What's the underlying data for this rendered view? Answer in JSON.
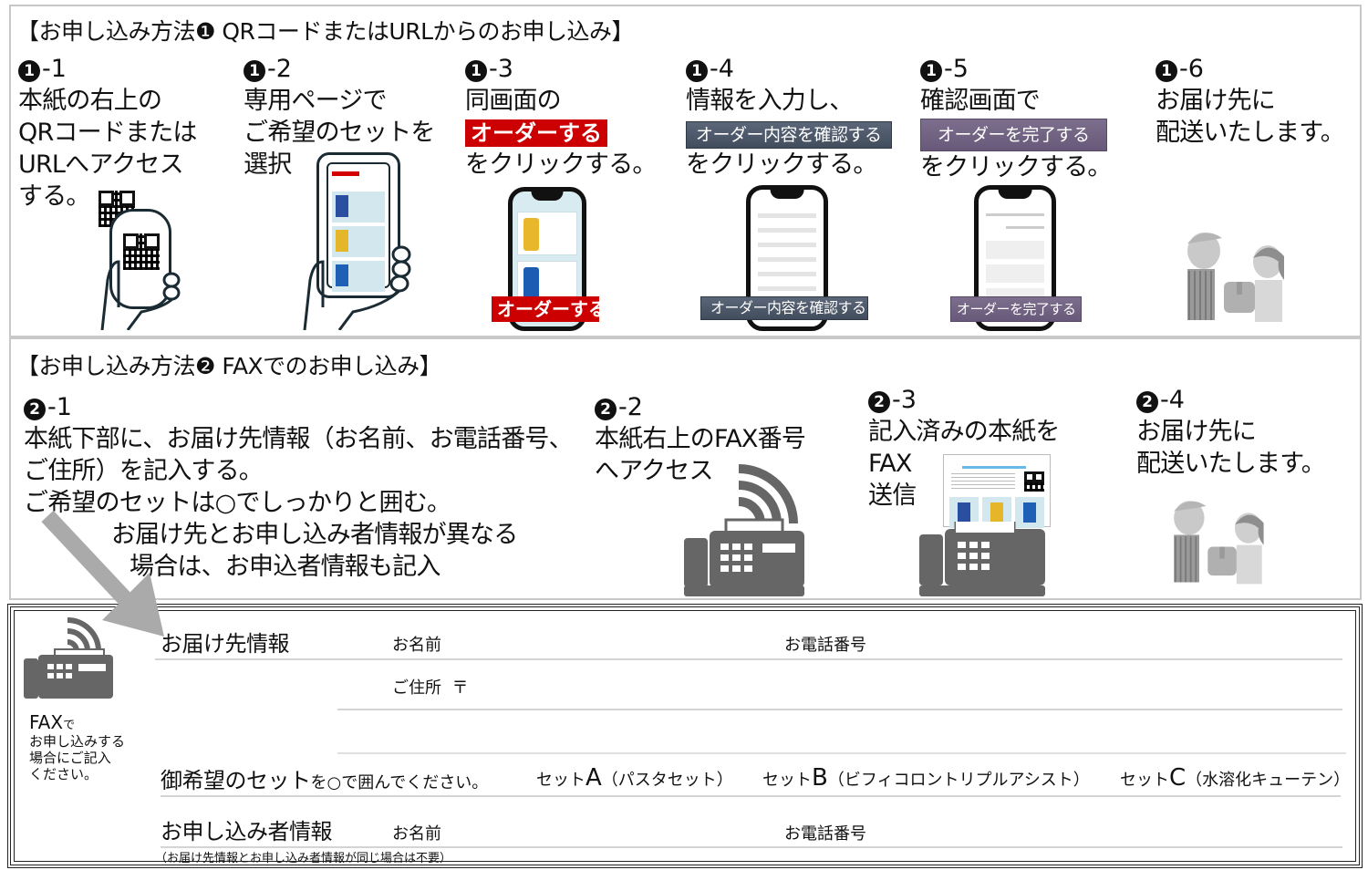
{
  "method1": {
    "title": "【お申し込み方法❶  QRコードまたはURLからのお申し込み】",
    "steps": [
      {
        "num": "1",
        "label": "-1",
        "lines": [
          "本紙の右上の",
          "QRコードまたは",
          "URLへアクセス",
          "する。"
        ]
      },
      {
        "num": "1",
        "label": "-2",
        "lines": [
          "専用ページで",
          "ご希望のセットを",
          "選択"
        ]
      },
      {
        "num": "1",
        "label": "-3",
        "lines": [
          "同画面の",
          "",
          "をクリックする。"
        ],
        "button": "オーダーする"
      },
      {
        "num": "1",
        "label": "-4",
        "lines": [
          "情報を入力し、",
          "",
          "をクリックする。"
        ],
        "button": "オーダー内容を確認する"
      },
      {
        "num": "1",
        "label": "-5",
        "lines": [
          "確認画面で",
          "",
          "をクリックする。"
        ],
        "button": "オーダーを完了する"
      },
      {
        "num": "1",
        "label": "-6",
        "lines": [
          "お届け先に",
          "配送いたします。"
        ]
      }
    ],
    "phone_buttons": {
      "order": "オーダーする",
      "confirm": "オーダー内容を確認する",
      "complete": "オーダーを完了する"
    }
  },
  "method2": {
    "title": "【お申し込み方法❷  FAXでのお申し込み】",
    "steps": [
      {
        "num": "2",
        "label": "-1",
        "lines": [
          "本紙下部に、お届け先情報（お名前、お電話番号、",
          "ご住所）を記入する。",
          "ご希望のセットは○でしっかりと囲む。"
        ],
        "note": [
          "お届け先とお申し込み者情報が異なる",
          "場合は、お申込者情報も記入"
        ]
      },
      {
        "num": "2",
        "label": "-2",
        "lines": [
          "本紙右上のFAX番号",
          "へアクセス"
        ]
      },
      {
        "num": "2",
        "label": "-3",
        "lines": [
          "記入済みの本紙を",
          "FAX",
          "送信"
        ]
      },
      {
        "num": "2",
        "label": "-4",
        "lines": [
          "お届け先に",
          "配送いたします。"
        ]
      }
    ]
  },
  "form": {
    "side_note": {
      "big": "FAX",
      "small": "で",
      "lines": [
        "お申し込みする",
        "場合にご記入",
        "ください。"
      ]
    },
    "delivery": {
      "heading": "お届け先情報",
      "name_label": "お名前",
      "phone_label": "お電話番号",
      "address_label": "ご住所",
      "postal_mark": "〒"
    },
    "sets": {
      "heading_big": "御希望のセット",
      "heading_small": "を○で囲んでください。",
      "options": [
        {
          "prefix": "セット",
          "letter": "A",
          "name": "（パスタセット）"
        },
        {
          "prefix": "セット",
          "letter": "B",
          "name": "（ビフィコロントリプルアシスト）"
        },
        {
          "prefix": "セット",
          "letter": "C",
          "name": "（水溶化キューテン）"
        }
      ]
    },
    "applicant": {
      "heading": "お申し込み者情報",
      "name_label": "お名前",
      "phone_label": "お電話番号",
      "note": "（お届け先情報とお申し込み者情報が同じ場合は不要）"
    }
  },
  "colors": {
    "order_button": "#cc0000",
    "confirm_button": "#4a5566",
    "complete_button": "#72638a",
    "fax_gray": "#666666",
    "arrow_gray": "#aaaaaa"
  }
}
